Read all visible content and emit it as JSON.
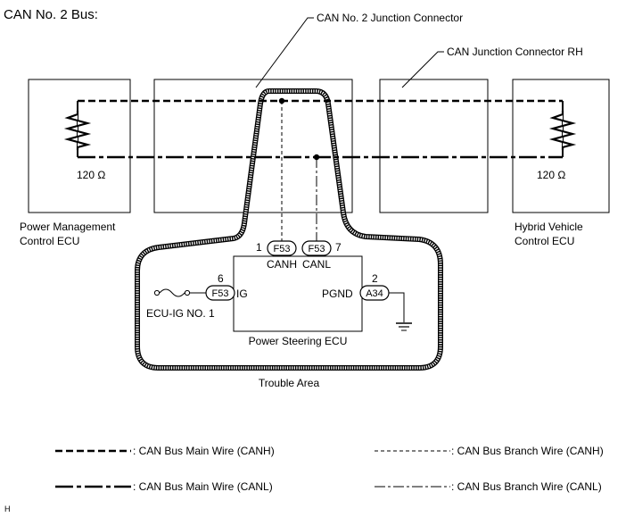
{
  "title": "CAN No. 2 Bus:",
  "callouts": {
    "junction_no2": "CAN No. 2 Junction Connector",
    "junction_rh": "CAN Junction Connector RH"
  },
  "left_ecu": {
    "resistance": "120 Ω",
    "name_line1": "Power Management",
    "name_line2": "Control ECU"
  },
  "right_ecu": {
    "resistance": "120 Ω",
    "name_line1": "Hybrid Vehicle",
    "name_line2": "Control ECU"
  },
  "power_steering": {
    "name": "Power Steering ECU",
    "canh": {
      "pin": "1",
      "connector": "F53",
      "signal": "CANH"
    },
    "canl": {
      "pin": "7",
      "connector": "F53",
      "signal": "CANL"
    },
    "ig": {
      "pin": "6",
      "connector": "F53",
      "signal": "IG"
    },
    "pgnd": {
      "pin": "2",
      "connector": "A34",
      "signal": "PGND"
    },
    "fuse": "ECU-IG NO. 1"
  },
  "trouble_area": "Trouble Area",
  "legend": {
    "main_canh": ": CAN Bus Main Wire (CANH)",
    "main_canl": ": CAN Bus Main Wire (CANL)",
    "branch_canh": ": CAN Bus Branch Wire (CANH)",
    "branch_canl": ": CAN Bus Branch Wire (CANL)"
  },
  "footer_code": "H"
}
